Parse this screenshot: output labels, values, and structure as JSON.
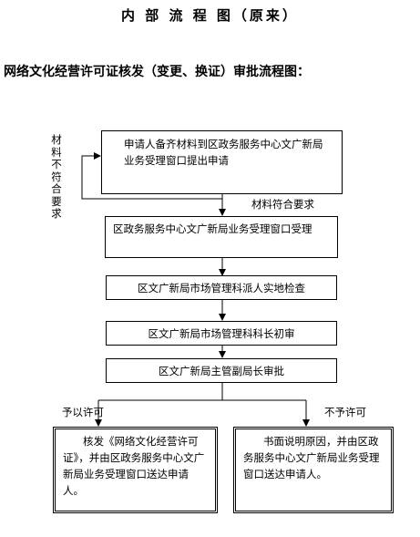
{
  "document": {
    "title": "内 部 流 程 图（原来）",
    "subtitle": "网络文化经营许可证核发（变更、换证）审批流程图："
  },
  "flow": {
    "step1": "申请人备齐材料到区政务服务中心文广新局业务受理窗口提出申请",
    "step2": "区政务服务中心文广新局业务受理窗口受理",
    "step3": "区文广新局市场管理科派人实地检查",
    "step4": "区文广新局市场管理科科长初审",
    "step5": "区文广新局主管副局长审批",
    "result_approve": "核发《网络文化经营许可证》，并由区政务服务中心文广新局业务受理窗口送达申请人。",
    "result_reject": "书面说明原因，并由区政务服务中心文广新局业务受理窗口送达申请人。"
  },
  "labels": {
    "materials_ok": "材料符合要求",
    "materials_not_ok": "材料不符合要求",
    "approve": "予以许可",
    "reject": "不予许可"
  }
}
